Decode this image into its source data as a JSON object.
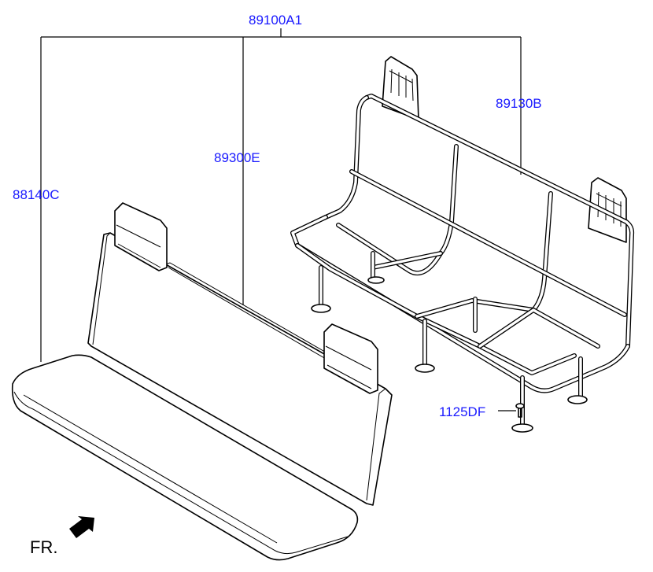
{
  "parts": {
    "assembly": "89100A1",
    "cushion": "88140C",
    "back": "89300E",
    "frame": "89130B",
    "bolt": "1125DF"
  },
  "front_indicator": {
    "label": "FR."
  }
}
